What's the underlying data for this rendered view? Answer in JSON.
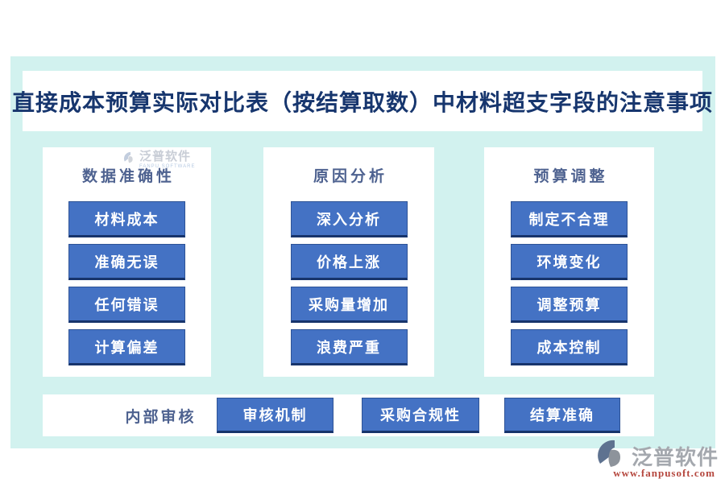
{
  "page": {
    "title": "直接成本预算实际对比表（按结算取数）中材料超支字段的注意事项"
  },
  "columns": [
    {
      "header": "数据准确性",
      "items": [
        "材料成本",
        "准确无误",
        "任何错误",
        "计算偏差"
      ]
    },
    {
      "header": "原因分析",
      "items": [
        "深入分析",
        "价格上涨",
        "采购量增加",
        "浪费严重"
      ]
    },
    {
      "header": "预算调整",
      "items": [
        "制定不合理",
        "环境变化",
        "调整预算",
        "成本控制"
      ]
    }
  ],
  "bottom_row": {
    "label": "内部审核",
    "items": [
      "审核机制",
      "采购合规性",
      "结算准确"
    ]
  },
  "watermark": {
    "name": "泛普软件",
    "subtext": "FANPU SOFTWARE"
  },
  "logo": {
    "name": "泛普软件",
    "url": "www.fanpusoft.com"
  },
  "colors": {
    "background_tint": "#d2f2ef",
    "node_blue": "#4472c4",
    "node_border": "#17346b",
    "title_text": "#17366e",
    "header_text": "#4e6290",
    "logo_gray": "#a4a8ae",
    "logo_url_red": "#b5473e"
  }
}
